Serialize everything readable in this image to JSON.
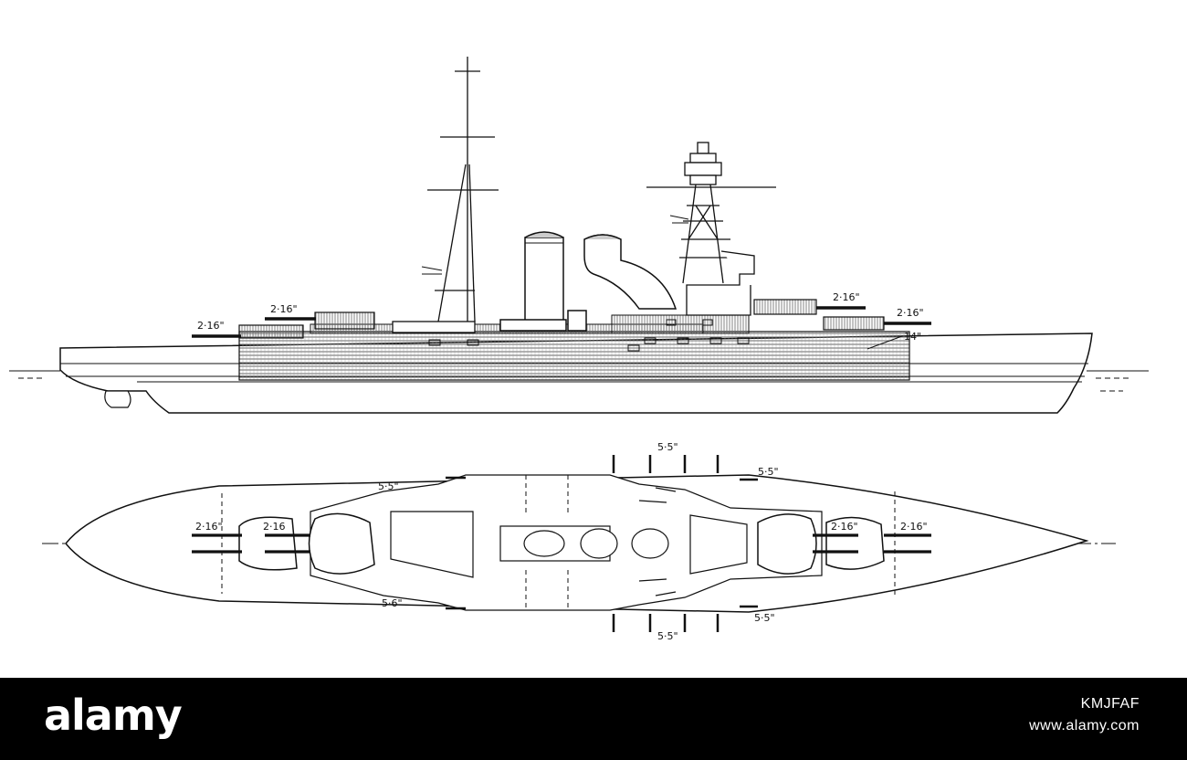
{
  "profile_view": {
    "labels": {
      "aft_superfiring": "2·16\"",
      "aft_lower": "2·16\"",
      "fwd_superfiring": "2·16\"",
      "fwd_lower": "2·16\"",
      "belt_armour": "14\""
    }
  },
  "plan_view": {
    "labels": {
      "aft_lower_turret": "2·16\"",
      "aft_superfiring_turret": "2·16",
      "fwd_superfiring_turret": "2·16\"",
      "fwd_lower_turret": "2·16\"",
      "casemate_port_aft": "5·5\"",
      "casemate_port_fwd": "5·5\"",
      "casemate_top_center": "5·5\"",
      "casemate_starboard_aft": "5·6\"",
      "casemate_starboard_fwd": "5·5\"",
      "casemate_bottom_center": "5·5\""
    }
  },
  "watermark": {
    "brand": "alamy",
    "image_id": "KMJFAF",
    "site": "www.alamy.com"
  },
  "colors": {
    "ink": "#111111",
    "paper": "#ffffff",
    "hatch": "#555555",
    "footer": "#000000"
  }
}
